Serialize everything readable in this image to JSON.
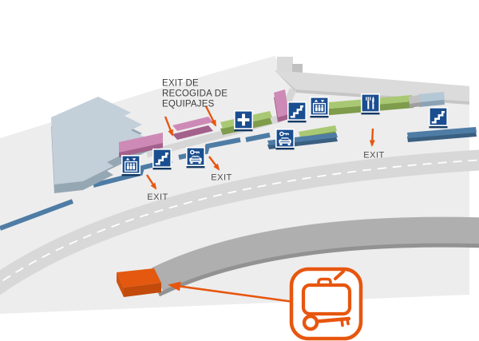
{
  "map": {
    "labels": {
      "baggage_exit_line1": "EXIT DE",
      "baggage_exit_line2": "RECOGIDA DE",
      "baggage_exit_line3": "EQUIPAJES",
      "exit_left": "EXIT",
      "exit_center": "EXIT",
      "exit_right": "EXIT"
    },
    "icons": [
      {
        "name": "elevator-icon-left",
        "meaning": "elevator / lift"
      },
      {
        "name": "stairs-icon-left",
        "meaning": "stairs"
      },
      {
        "name": "car-rental-icon-left",
        "meaning": "key over car - car rental"
      },
      {
        "name": "first-aid-icon",
        "meaning": "white cross - first aid"
      },
      {
        "name": "stairs-icon-center",
        "meaning": "stairs"
      },
      {
        "name": "elevator-icon-center",
        "meaning": "elevator / lift"
      },
      {
        "name": "restaurant-icon",
        "meaning": "fork and knife - restaurant"
      },
      {
        "name": "car-rental-icon-center",
        "meaning": "key over car - car rental"
      },
      {
        "name": "stairs-icon-right",
        "meaning": "stairs"
      },
      {
        "name": "suitcase-key-logo",
        "meaning": "orange rounded square with suitcase and key"
      },
      {
        "name": "highlighted-location-block",
        "meaning": "orange 3D block marking pointed location"
      }
    ],
    "colors": {
      "accent_orange": "#E7560F",
      "icon_blue": "#1B4E90",
      "pink_block": "#CE8AB6",
      "green_block": "#A9C873",
      "walkway_blue": "#4E7CA5",
      "building_blue_gray": "#C3CFD9",
      "floor_gray": "#EDEDEE",
      "road_light_gray": "#D8D8D8",
      "elevated_road_gray": "#AFAFAF",
      "label_text": "#3E3E3E"
    }
  }
}
